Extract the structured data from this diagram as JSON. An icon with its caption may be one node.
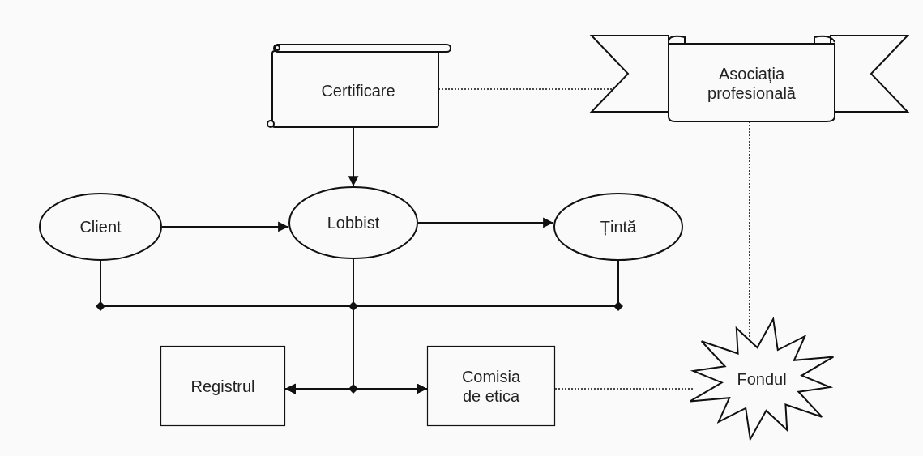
{
  "diagram": {
    "nodes": [
      {
        "text": [
          "Certificare"
        ]
      },
      {
        "text": [
          "Asociația profesională"
        ]
      },
      {
        "text": [
          "Client"
        ]
      },
      {
        "text": [
          "Lobbist"
        ]
      },
      {
        "text": [
          "Țintă"
        ]
      },
      {
        "text": [
          "Registrul"
        ]
      },
      {
        "text": [
          "Comisia de etica"
        ]
      },
      {
        "text": [
          "Fondul"
        ]
      }
    ],
    "edges": [
      {
        "from": 0,
        "to": 3,
        "arrow": "to"
      },
      {
        "from": 0,
        "to": 1,
        "arrow": "none",
        "style": "dashed"
      },
      {
        "from": 2,
        "to": 3,
        "arrow": "to"
      },
      {
        "from": 3,
        "to": 4,
        "arrow": "to"
      },
      {
        "from": 2,
        "to": 5,
        "arrow": "to"
      },
      {
        "from": 2,
        "to": 6,
        "arrow": "to"
      },
      {
        "from": 3,
        "to": 5,
        "arrow": "to"
      },
      {
        "from": 3,
        "to": 6,
        "arrow": "to"
      },
      {
        "from": 4,
        "to": 5,
        "arrow": "to"
      },
      {
        "from": 4,
        "to": 6,
        "arrow": "to"
      },
      {
        "from": 6,
        "to": 7,
        "arrow": "none",
        "style": "dashed"
      },
      {
        "from": 1,
        "to": 7,
        "arrow": "none",
        "style": "dashed"
      }
    ]
  }
}
